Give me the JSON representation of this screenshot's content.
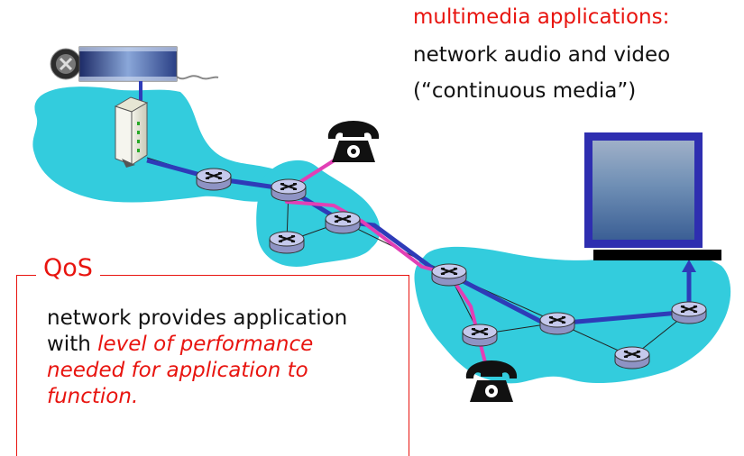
{
  "header": {
    "title": "multimedia applications:",
    "line1": "network audio and video",
    "line2": "(“continuous media”)"
  },
  "qos": {
    "label": "QoS",
    "text_prefix": "network provides application with ",
    "text_emphasis": "level of performance needed for application to function."
  },
  "colors": {
    "accent": "#e8140f",
    "network_cloud": "#33ccdd",
    "route_blue": "#2e3bb8",
    "route_pink": "#e23fb5",
    "router_fill": "#b9bde0"
  },
  "icons": [
    "video-source-icon",
    "server-icon",
    "telephone-icon",
    "router-icon",
    "monitor-icon"
  ]
}
